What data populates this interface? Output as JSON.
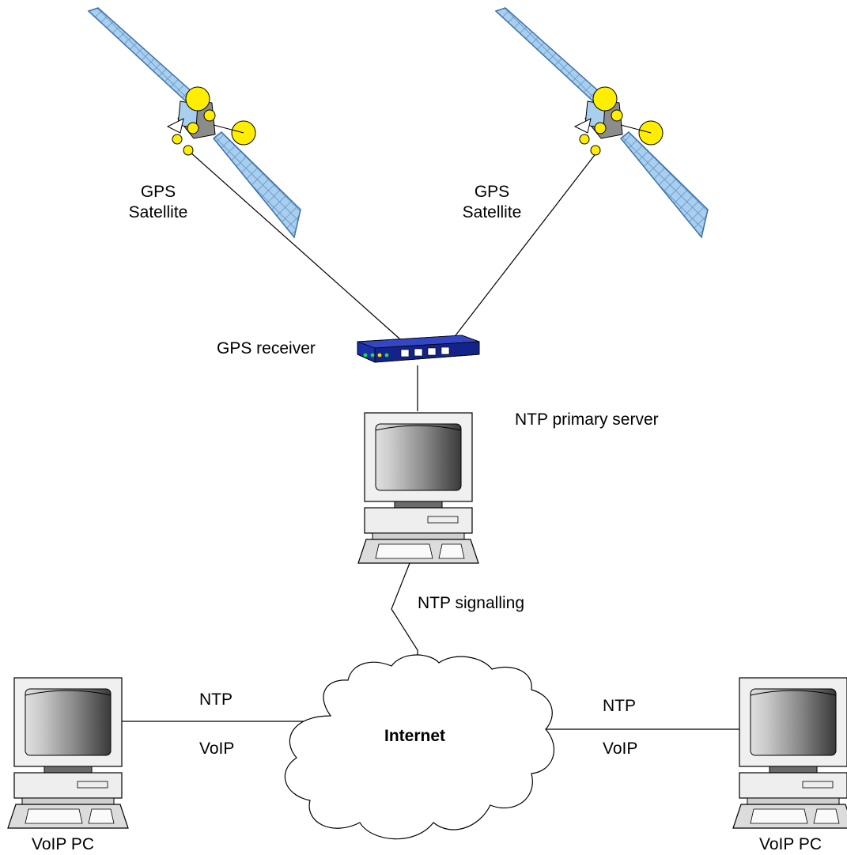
{
  "labels": {
    "gps_satellite_left": [
      "GPS",
      "Satellite"
    ],
    "gps_satellite_right": [
      "GPS",
      "Satellite"
    ],
    "gps_receiver": "GPS receiver",
    "ntp_primary_server": "NTP primary server",
    "ntp_signalling": "NTP signalling",
    "internet": "Internet",
    "left_link": {
      "top": "NTP",
      "bottom": "VoIP"
    },
    "right_link": {
      "top": "NTP",
      "bottom": "VoIP"
    },
    "voip_pc_left": "VoIP PC",
    "voip_pc_right": "VoIP PC"
  },
  "colors": {
    "panel_blue": "#a9cfee",
    "panel_grid": "#5b8cc4",
    "satellite_yellow": "#ffee00",
    "receiver_blue": "#1a2fa8",
    "line": "#000000"
  }
}
